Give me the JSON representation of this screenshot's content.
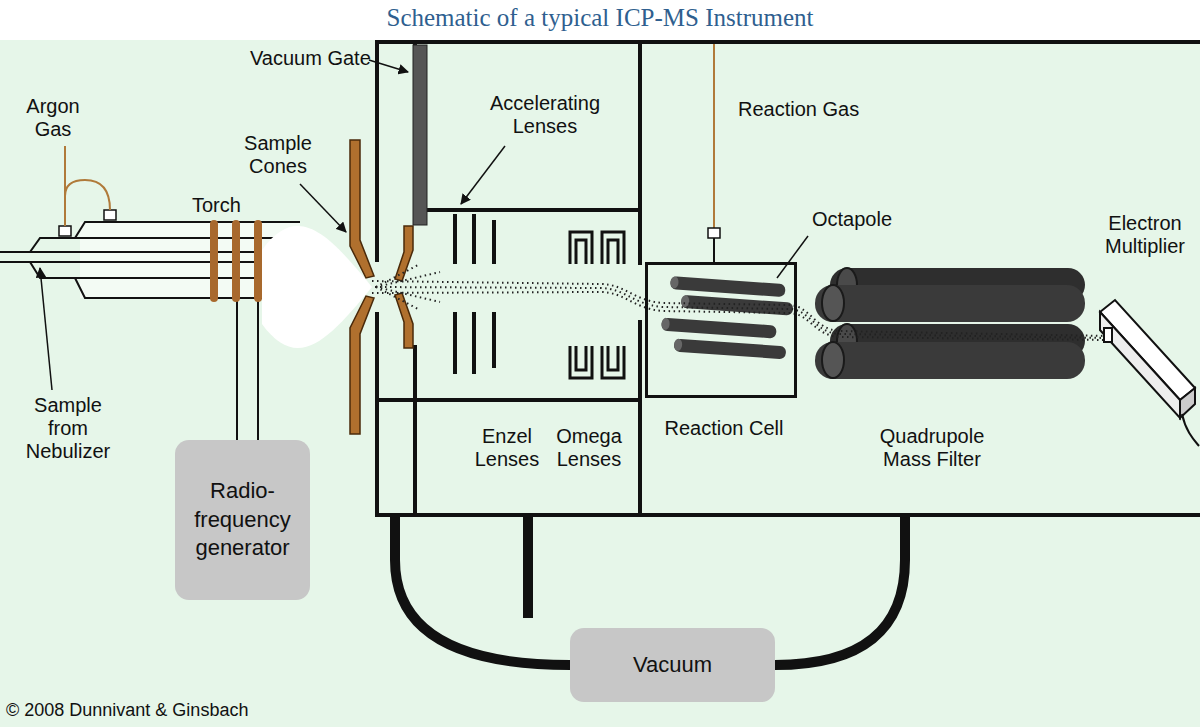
{
  "diagram": {
    "title": "Schematic of a typical ICP-MS Instrument",
    "nodes": [
      {
        "text": [
          "Reaction Cell"
        ]
      },
      {
        "text": [
          "Radio-frequency generator"
        ]
      },
      {
        "text": [
          "Vacuum"
        ]
      }
    ],
    "labels": [
      "Vacuum Gate",
      "Accelerating Lenses",
      "Reaction Gas",
      "Argon Gas",
      "Sample Cones",
      "Torch",
      "Octapole",
      "Electron Multiplier",
      "Sample from Nebulizer",
      "Enzel Lenses",
      "Omega Lenses",
      "Quadrupole Mass Filter",
      "© 2008 Dunnivant & Ginsbach"
    ]
  }
}
